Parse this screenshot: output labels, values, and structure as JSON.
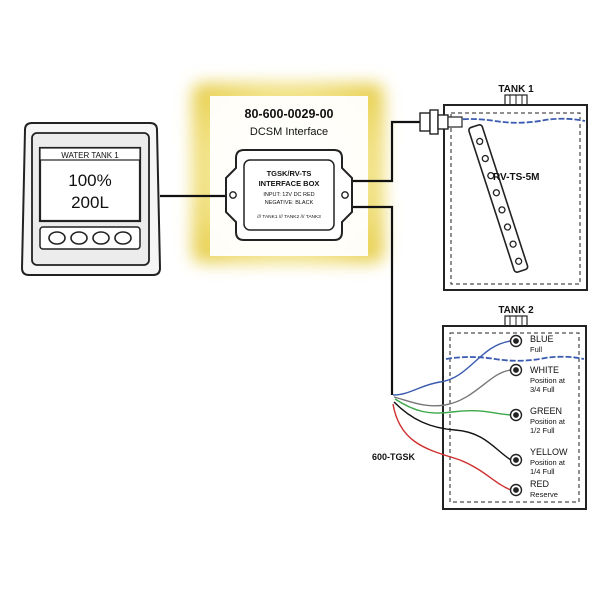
{
  "display": {
    "title": "WATER TANK 1",
    "percent": "100%",
    "volume": "200L"
  },
  "interface": {
    "part_number": "80-600-0029-00",
    "name": "DCSM Interface",
    "box_line1": "TGSK/RV-TS",
    "box_line2": "INTERFACE BOX",
    "box_line3": "INPUT: 12V DC RED",
    "box_line4": "NEGATIVE: BLACK",
    "box_line5": "/// TANK1 /// TANK2 /// TANK3"
  },
  "tank1": {
    "label": "TANK 1",
    "sensor_label": "RV-TS-5M"
  },
  "tank2": {
    "label": "TANK 2",
    "kit_label": "600-TGSK",
    "sensors": [
      {
        "color": "BLUE",
        "desc1": "Full",
        "desc2": ""
      },
      {
        "color": "WHITE",
        "desc1": "Position at",
        "desc2": "3/4 Full"
      },
      {
        "color": "GREEN",
        "desc1": "Position at",
        "desc2": "1/2 Full"
      },
      {
        "color": "YELLOW",
        "desc1": "Position at",
        "desc2": "1/4 Full"
      },
      {
        "color": "RED",
        "desc1": "Reserve",
        "desc2": ""
      }
    ]
  },
  "colors": {
    "highlight": "#f2e38a",
    "water_line": "#3a5bb0",
    "wire_blue": "#3a5bb0",
    "wire_green": "#3aa84a",
    "wire_red": "#d03030",
    "wire_black": "#111111"
  }
}
